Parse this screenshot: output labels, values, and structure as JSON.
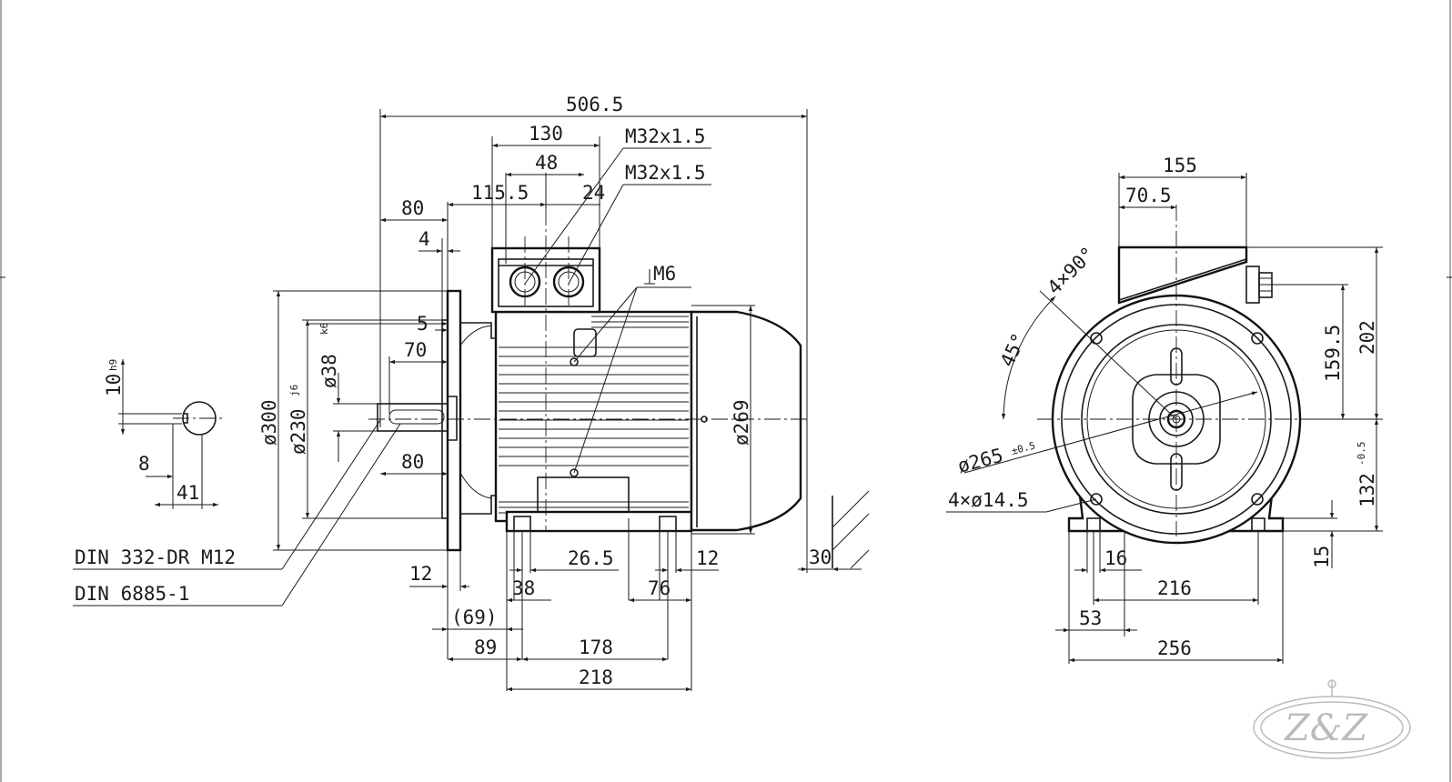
{
  "dimensions": {
    "overall_length": "506.5",
    "terminal_box_length": "130",
    "terminal_box_gland_spacing": "48",
    "gland_offset": "24",
    "gland_thread_1": "M32x1.5",
    "gland_thread_2": "M32x1.5",
    "box_to_flange": "115.5",
    "shaft_length_top": "80",
    "flange_spigot": "4",
    "shaft_key_offset": "5",
    "key_length": "70",
    "shaft_length_bottom": "80",
    "flange_diameter": "ø300",
    "spigot_diameter": "ø230",
    "spigot_tolerance": "j6",
    "shaft_diameter": "ø38",
    "shaft_tolerance": "k6",
    "frame_diameter": "ø269",
    "lifting_thread": "M6",
    "fan_cover_offset": "30",
    "flange_thickness": "12",
    "foot_hole_offset": "26.5",
    "foot_thickness_right": "12",
    "foot_width_38": "38",
    "foot_width_76": "76",
    "shaft_to_foot": "(69)",
    "shoulder_to_foot_hole": "89",
    "foot_hole_spacing": "178",
    "foot_length": "218",
    "key_width": "10",
    "key_tolerance": "h9",
    "key_depth": "8",
    "shaft_height_key": "41",
    "note_center_hole": "DIN 332-DR M12",
    "note_key": "DIN 6885-1",
    "end_box_width": "155",
    "end_box_offset": "70.5",
    "bolt_pattern": "4×90°",
    "bolt_angle": "45°",
    "pcd_diameter": "ø265",
    "pcd_tolerance": "±0.5",
    "flange_holes": "4×ø14.5",
    "gland_height": "159.5",
    "overall_height": "202",
    "shaft_height": "132",
    "shaft_height_tolerance": "-0.5",
    "foot_height": "15",
    "foot_hole_dia_dim": "16",
    "foot_spacing_216": "216",
    "foot_offset_53": "53",
    "foot_span_256": "256"
  },
  "watermark": "Z&Z",
  "colors": {
    "line": "#1a1a1a",
    "background": "#ffffff"
  }
}
